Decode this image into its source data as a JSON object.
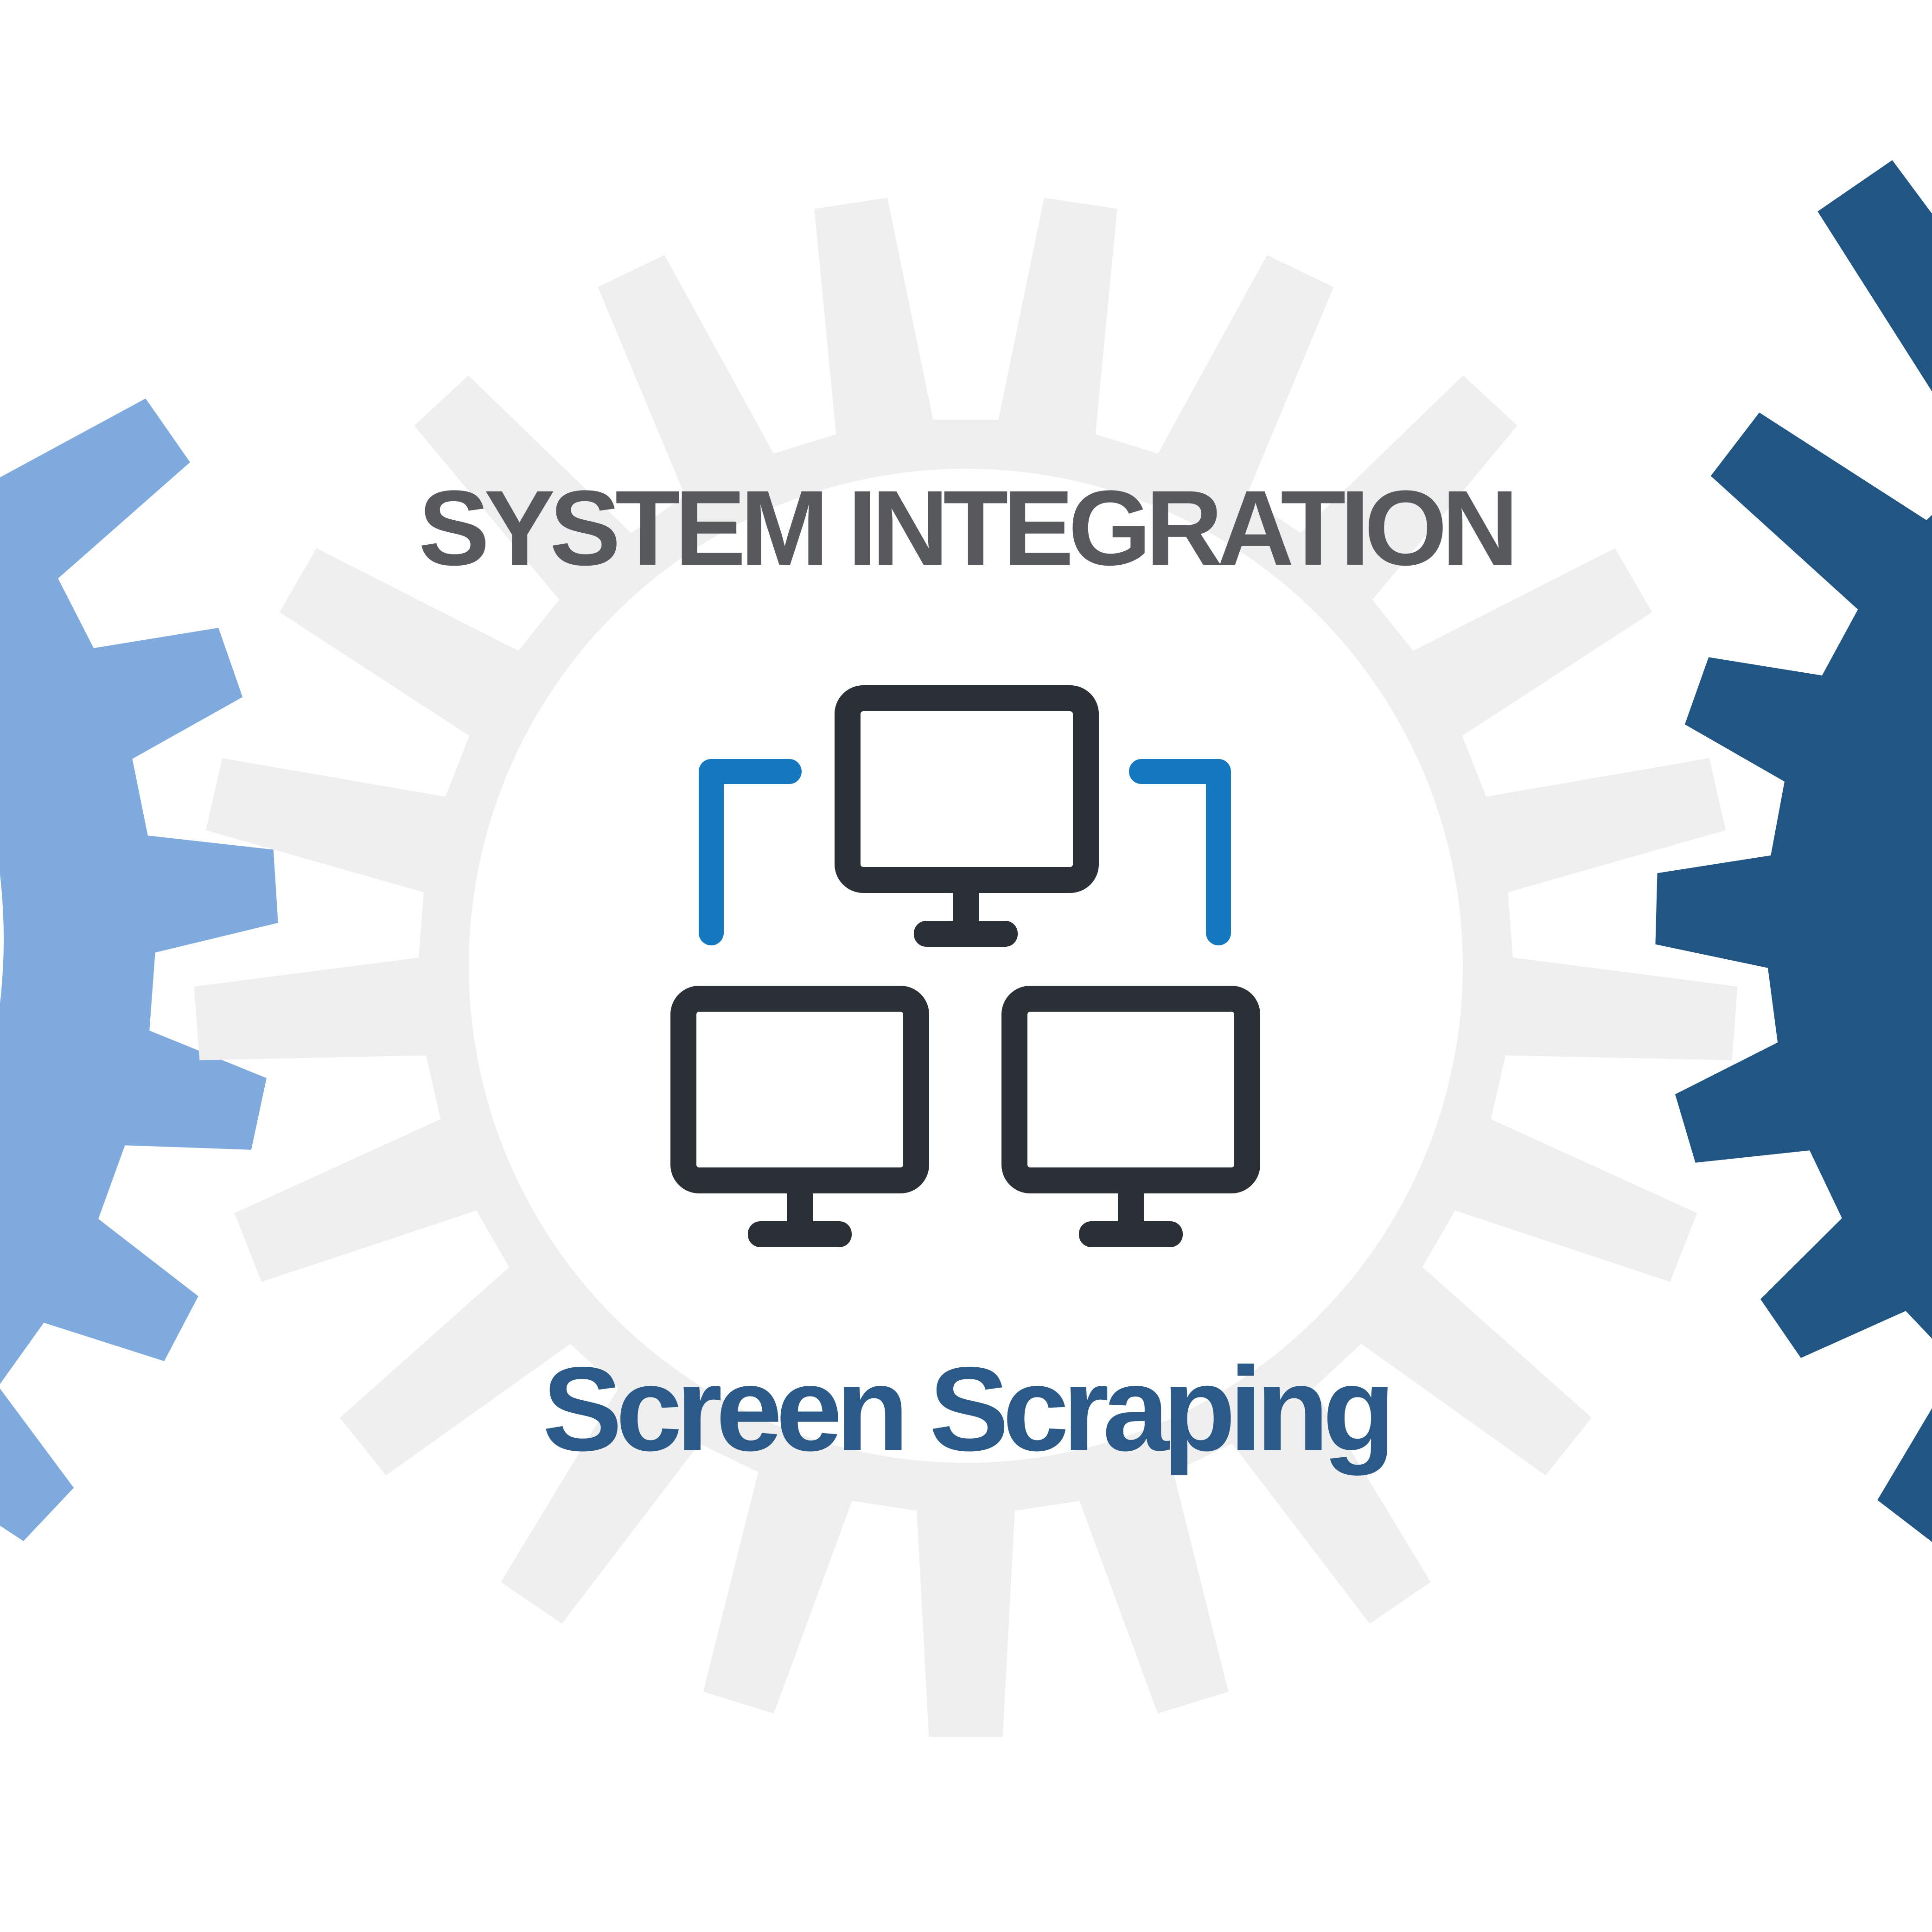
{
  "title": "SYSTEM INTEGRATION",
  "subtitle": "Screen Scraping",
  "icon": {
    "name": "networked-monitors-icon",
    "monitor_count": 3
  },
  "colors": {
    "background": "#ffffff",
    "center_gear": "#efefef",
    "left_gear": "#7faade",
    "right_gear": "#205584",
    "title_text": "#58595c",
    "subtitle_text": "#2b5a88",
    "monitor_outline": "#2b2f36",
    "connector_blue": "#1478c0",
    "screen_fill": "#ffffff"
  }
}
